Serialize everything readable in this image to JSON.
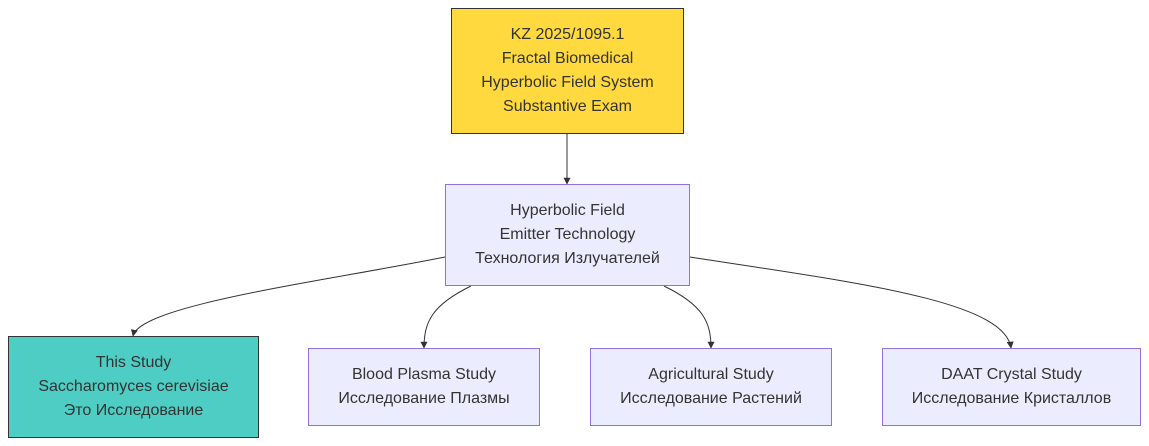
{
  "colors": {
    "root_fill": "#ffd93d",
    "default_fill": "#ececff",
    "default_stroke": "#9370db",
    "highlight_fill": "#4ecdc4",
    "dark_stroke": "#333333",
    "text": "#333333"
  },
  "nodes": {
    "root": {
      "lines": [
        "KZ 2025/1095.1",
        "Fractal Biomedical",
        "Hyperbolic Field System",
        "Substantive Exam"
      ]
    },
    "tech": {
      "lines": [
        "Hyperbolic Field",
        "Emitter Technology",
        "Технология Излучателей"
      ]
    },
    "this_study": {
      "lines": [
        "This Study",
        "Saccharomyces cerevisiae",
        "Это Исследование"
      ]
    },
    "blood": {
      "lines": [
        "Blood Plasma Study",
        "Исследование Плазмы"
      ]
    },
    "agri": {
      "lines": [
        "Agricultural Study",
        "Исследование Растений"
      ]
    },
    "daat": {
      "lines": [
        "DAAT Crystal Study",
        "Исследование Кристаллов"
      ]
    }
  },
  "edges": [
    {
      "from": "root",
      "to": "tech"
    },
    {
      "from": "tech",
      "to": "this_study"
    },
    {
      "from": "tech",
      "to": "blood"
    },
    {
      "from": "tech",
      "to": "agri"
    },
    {
      "from": "tech",
      "to": "daat"
    }
  ]
}
